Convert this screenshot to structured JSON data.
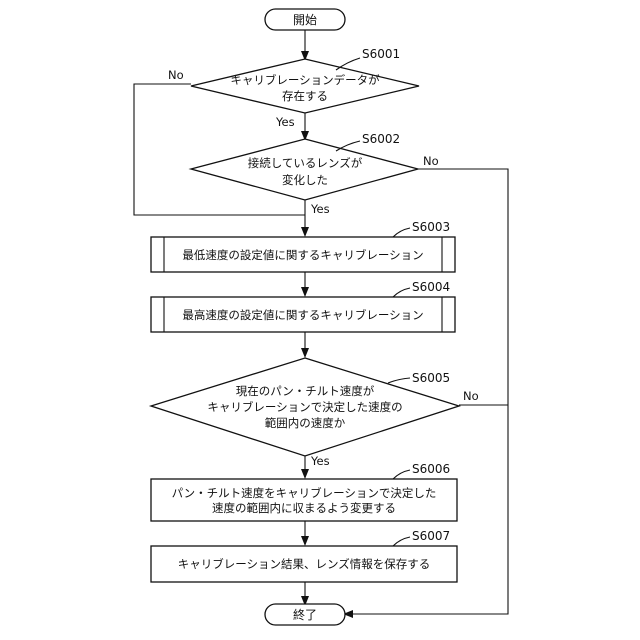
{
  "flowchart": {
    "start_label": "開始",
    "end_label": "終了",
    "steps": [
      {
        "id": "S6001",
        "type": "decision",
        "lines": [
          "キャリブレーションデータが",
          "存在する"
        ],
        "yes": "Yes",
        "no": "No"
      },
      {
        "id": "S6002",
        "type": "decision",
        "lines": [
          "接続しているレンズが",
          "変化した"
        ],
        "yes": "Yes",
        "no": "No"
      },
      {
        "id": "S6003",
        "type": "subprocess",
        "lines": [
          "最低速度の設定値に関するキャリブレーション"
        ]
      },
      {
        "id": "S6004",
        "type": "subprocess",
        "lines": [
          "最高速度の設定値に関するキャリブレーション"
        ]
      },
      {
        "id": "S6005",
        "type": "decision",
        "lines": [
          "現在のパン・チルト速度が",
          "キャリブレーションで決定した速度の",
          "範囲内の速度か"
        ],
        "yes": "Yes",
        "no": "No"
      },
      {
        "id": "S6006",
        "type": "process",
        "lines": [
          "パン・チルト速度をキャリブレーションで決定した",
          "速度の範囲内に収まるよう変更する"
        ]
      },
      {
        "id": "S6007",
        "type": "process",
        "lines": [
          "キャリブレーション結果、レンズ情報を保存する"
        ]
      }
    ]
  }
}
